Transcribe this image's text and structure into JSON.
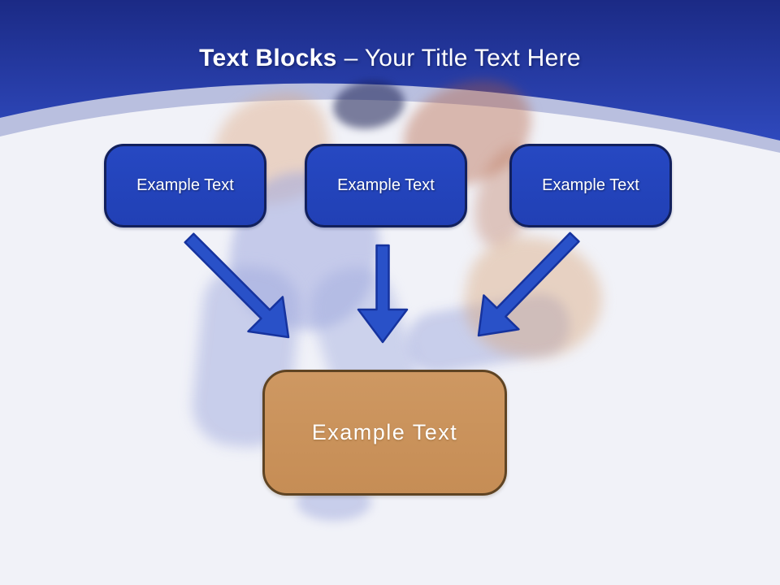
{
  "slide": {
    "title": {
      "bold": "Text Blocks",
      "rest": "– Your Title Text Here"
    },
    "blocks": [
      {
        "label": "Example Text"
      },
      {
        "label": "Example Text"
      },
      {
        "label": "Example Text"
      }
    ],
    "result_block": {
      "label": "Example Text"
    },
    "arrows": [
      {
        "name": "arrow-down-right"
      },
      {
        "name": "arrow-down"
      },
      {
        "name": "arrow-down-left"
      }
    ],
    "colors": {
      "header_top": "#1B2A85",
      "header_bottom": "#2F49BD",
      "curve_band": "#B9BFDF",
      "background": "#F1F2F8",
      "block_fill": "#2243BC",
      "block_border": "#12205C",
      "arrow_fill": "#2951C8",
      "arrow_border": "#16339E",
      "result_fill": "#C9915C",
      "result_border": "#5F4423",
      "title_text": "#FFFFFF"
    }
  }
}
